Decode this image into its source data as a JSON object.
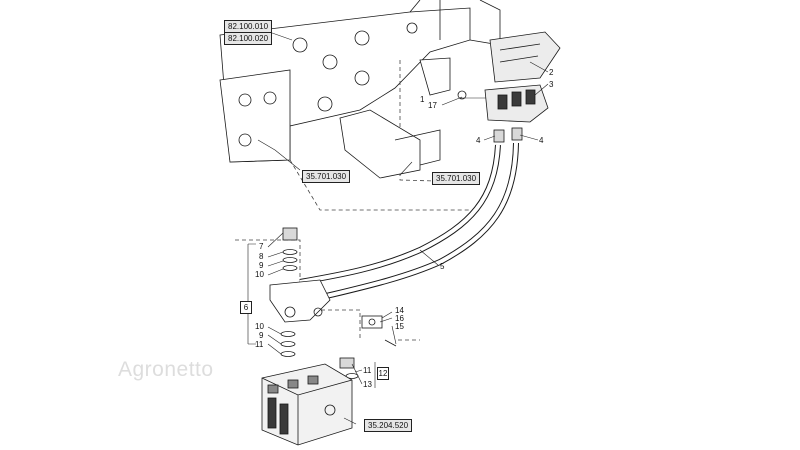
{
  "refs": {
    "r1": "82.100.010",
    "r2": "82.100.020",
    "r3": "35.701.030",
    "r4": "35.701.030",
    "r5": "35.204.520"
  },
  "callouts": {
    "c1": "1",
    "c2": "2",
    "c3": "3",
    "c4a": "4",
    "c4b": "4",
    "c5": "5",
    "c7": "7",
    "c8": "8",
    "c9a": "9",
    "c10a": "10",
    "c6": "6",
    "c10b": "10",
    "c9b": "9",
    "c11a": "11",
    "c12": "12",
    "c11b": "11",
    "c13": "13",
    "c14": "14",
    "c15": "15",
    "c16": "16",
    "c17": "17"
  },
  "watermark": "Agronetto",
  "colors": {
    "line": "#1a1a1a",
    "part_fill": "#ffffff",
    "shade": "#d9d9d9",
    "dark": "#3a3a3a"
  }
}
